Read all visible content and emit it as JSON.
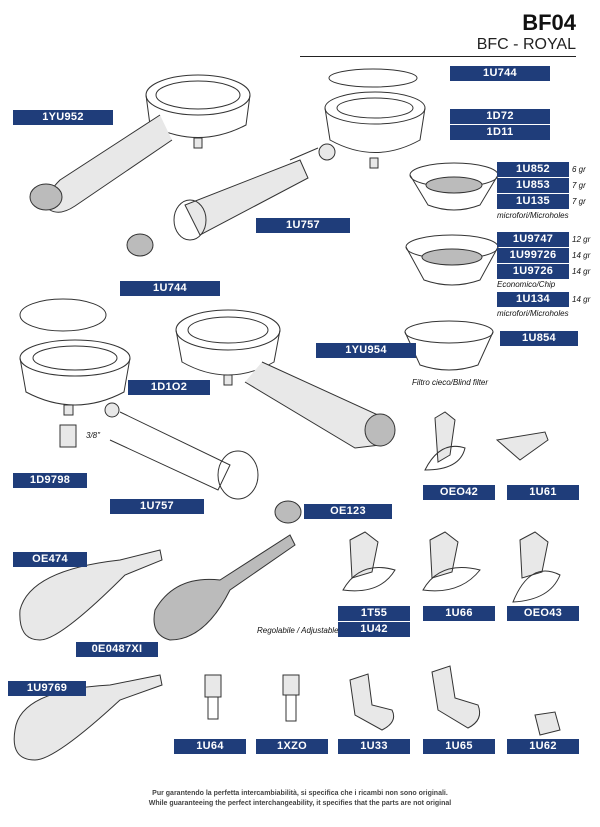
{
  "header": {
    "code": "BF04",
    "subtitle": "BFC - ROYAL"
  },
  "labels": {
    "yu952": "1YU952",
    "u744_top": "1U744",
    "d72": "1D72",
    "d11": "1D11",
    "u852": "1U852",
    "u853": "1U853",
    "u135": "1U135",
    "u757_top": "1U757",
    "u9747": "1U9747",
    "u99726": "1U99726",
    "u9726": "1U9726",
    "u134": "1U134",
    "u744_mid": "1U744",
    "yu954": "1YU954",
    "d1o2": "1D1O2",
    "u854": "1U854",
    "d9798": "1D9798",
    "oeo42": "OEO42",
    "u61": "1U61",
    "u757_mid": "1U757",
    "oe123": "OE123",
    "oe474": "OE474",
    "t55": "1T55",
    "u66": "1U66",
    "oeo43": "OEO43",
    "oe0487": "0E0487XI",
    "u42": "1U42",
    "u9769": "1U9769",
    "u64": "1U64",
    "xzo": "1XZO",
    "u33": "1U33",
    "u65": "1U65",
    "u62": "1U62"
  },
  "notes": {
    "w6": "6 gr",
    "w7a": "7 gr",
    "w7b": "7 gr",
    "micro1": "microfori/Microholes",
    "w12": "12 gr",
    "w14a": "14 gr",
    "w14b": "14 gr",
    "econ": "Economico/Chip",
    "w14c": "14 gr",
    "micro2": "microfori/Microholes",
    "blind": "Filtro cieco/Blind filter",
    "thread": "3/8\"",
    "adjustable": "Regolabile / Adjustable"
  },
  "footer": {
    "line1": "Pur garantendo la perfetta intercambiabilità, si specifica che i ricambi non sono originali.",
    "line2": "While guaranteeing the perfect interchangeability, it specifies that the parts are not original"
  },
  "colors": {
    "tag_bg": "#1f3d7a",
    "tag_text": "#ffffff"
  }
}
